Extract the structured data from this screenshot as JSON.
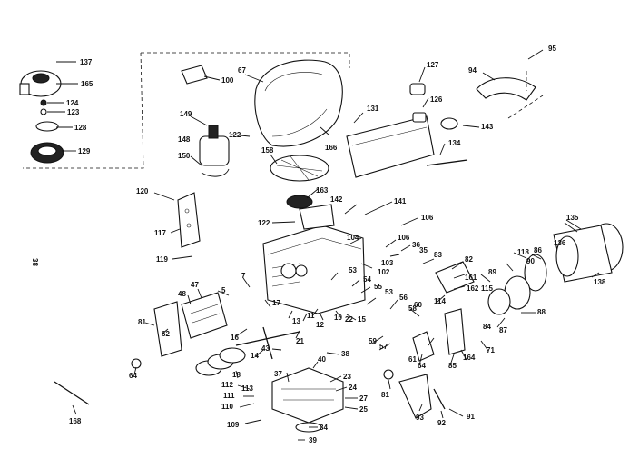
{
  "page_number": "38",
  "labels": {
    "l137": "137",
    "l165": "165",
    "l124": "124",
    "l123": "123",
    "l128": "128",
    "l129": "129",
    "l100": "100",
    "l67": "67",
    "l149": "149",
    "l148": "148",
    "l122a": "122",
    "l150": "150",
    "l158": "158",
    "l166": "166",
    "l163": "163",
    "l142": "142",
    "l141": "141",
    "l131": "131",
    "l127": "127",
    "l126": "126",
    "l143": "143",
    "l134": "134",
    "l94": "94",
    "l95": "95",
    "l120": "120",
    "l117": "117",
    "l119": "119",
    "l122b": "122",
    "l106a": "106",
    "l104": "104",
    "l106b": "106",
    "l36": "36",
    "l103": "103",
    "l35": "35",
    "l102": "102",
    "l83": "83",
    "l82": "82",
    "l118": "118",
    "l86": "86",
    "l136": "136",
    "l135": "135",
    "l138": "138",
    "l90": "90",
    "l89": "89",
    "l115": "115",
    "l161": "161",
    "l114": "114",
    "l162": "162",
    "l87": "87",
    "l84": "84",
    "l88": "88",
    "l47": "47",
    "l48": "48",
    "l7": "7",
    "l5": "5",
    "l53": "53",
    "l54": "54",
    "l55": "55",
    "l56": "56",
    "l58": "58",
    "l60": "60",
    "l59": "59",
    "l57": "57",
    "l61": "61",
    "l64a": "64",
    "l85": "85",
    "l164": "164",
    "l71": "71",
    "l81a": "81",
    "l62": "62",
    "l64b": "64",
    "l16": "16",
    "l17": "17",
    "l13": "13",
    "l12": "12",
    "l22": "22",
    "l21": "21",
    "l11": "11",
    "l10": "10",
    "l15": "15",
    "l43": "43",
    "l14": "14",
    "l18": "18",
    "l112": "112",
    "l113": "113",
    "l111": "111",
    "l110": "110",
    "l109": "109",
    "l37": "37",
    "l40": "40",
    "l38": "38",
    "l23": "23",
    "l24": "24",
    "l27": "27",
    "l25": "25",
    "l34": "34",
    "l39": "39",
    "l81b": "81",
    "l93": "93",
    "l92": "92",
    "l91": "91",
    "l168": "168"
  }
}
